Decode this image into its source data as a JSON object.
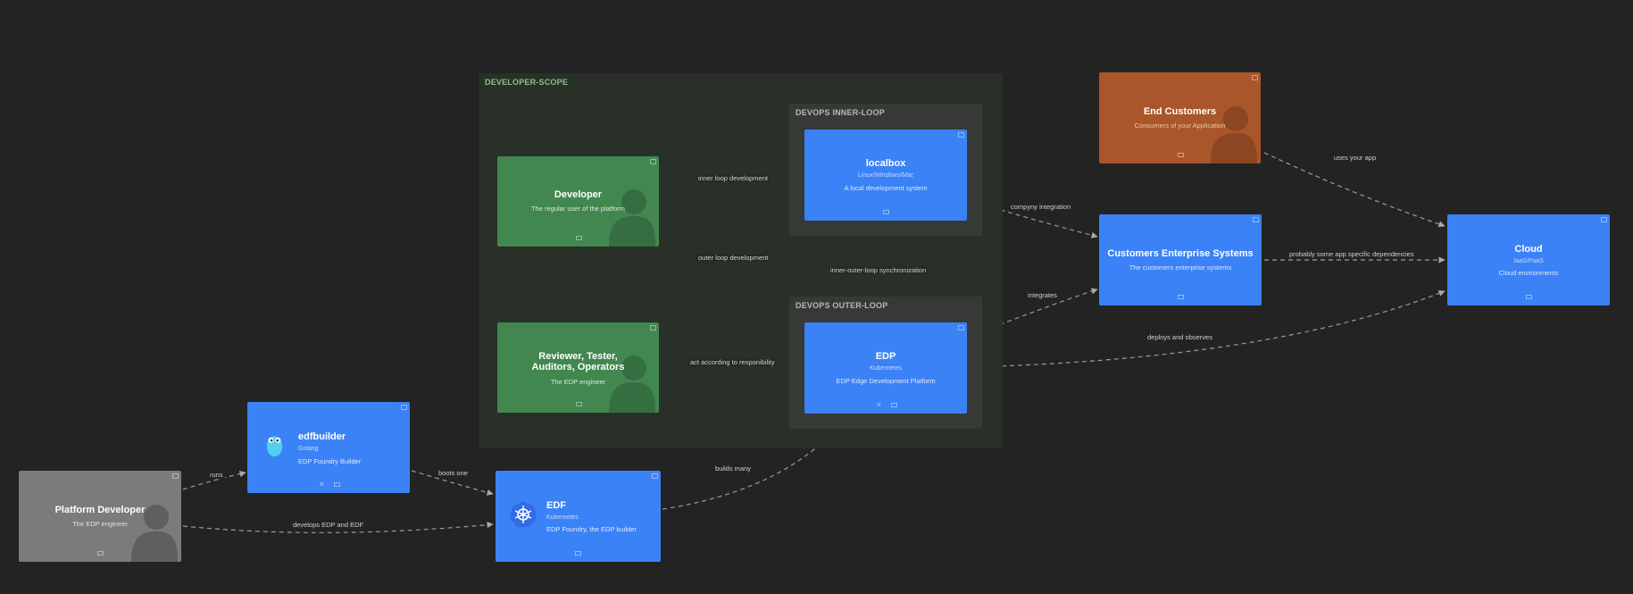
{
  "colors": {
    "background": "#232323",
    "container": "#3b82f6",
    "person_dev": "#428750",
    "person_customer": "#a9562a",
    "person_platform": "#7b7b7b",
    "edge": "#9a9a9a"
  },
  "scopes": {
    "developer_scope": "DEVELOPER-SCOPE",
    "inner_loop": "DEVOPS INNER-LOOP",
    "outer_loop": "DEVOPS OUTER-LOOP"
  },
  "nodes": {
    "developer": {
      "title": "Developer",
      "desc": "The regular user of the platform",
      "icon": "person-icon"
    },
    "reviewer": {
      "title": "Reviewer, Tester, Auditors, Operators",
      "desc": "The EDP engineer",
      "icon": "person-icon"
    },
    "localbox": {
      "title": "localbox",
      "tech": "Linux/Windows/Mac",
      "desc": "A local development system"
    },
    "edp": {
      "title": "EDP",
      "tech": "Kubernetes",
      "desc": "EDP Edge Development Platform"
    },
    "end_customers": {
      "title": "End Customers",
      "desc": "Consumers of your Application",
      "icon": "person-icon"
    },
    "customers_enterprise": {
      "title": "Customers Enterprise Systems",
      "desc": "The customers enterprise systems"
    },
    "cloud": {
      "title": "Cloud",
      "tech": "IaaS/PaaS",
      "desc": "Cloud environments"
    },
    "edfbuilder": {
      "title": "edfbuilder",
      "tech": "Golang",
      "desc": "EDP Foundry Builder",
      "icon": "gopher-icon"
    },
    "platform_developer": {
      "title": "Platform Developer",
      "desc": "The EDP engineer",
      "icon": "person-icon"
    },
    "edf": {
      "title": "EDF",
      "tech": "Kubernetes",
      "desc": "EDP Foundry, the EDP builder",
      "icon": "kubernetes-icon"
    }
  },
  "edges": {
    "inner_loop_development": "inner loop development",
    "outer_loop_development": "outer loop development",
    "act_according": "act according to responibility",
    "inner_outer_sync": "inner-outer-loop synchronization",
    "company_integration": "compyny integration",
    "integrates": "integrates",
    "uses_your_app": "uses your app",
    "probably_dependencies": "probably some app specific dependencies",
    "deploys_and_observes": "deploys and observes",
    "runs": "runs",
    "boots_one": "boots one",
    "builds_many": "builds many",
    "develops_edp_and_edf": "develops EDP and EDF"
  }
}
